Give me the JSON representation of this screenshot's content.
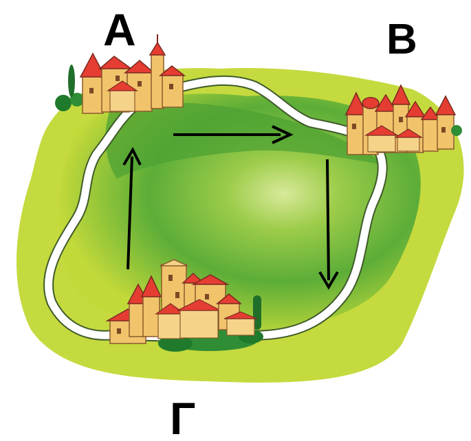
{
  "labels": {
    "town_a": "А",
    "town_b": "В",
    "town_g": "Г"
  },
  "colors": {
    "meadow_outer": "#c5da3e",
    "meadow_inner": "#5aa935",
    "road": "#ffffff",
    "road_edge": "#3f5a2a",
    "roof": "#e53d32",
    "wall": "#f1c46c",
    "tree": "#1f7a2c",
    "arrow": "#000000"
  },
  "icons": [
    "town-a-icon",
    "town-b-icon",
    "town-g-icon",
    "arrow-right-icon",
    "arrow-down-icon",
    "arrow-up-icon"
  ]
}
